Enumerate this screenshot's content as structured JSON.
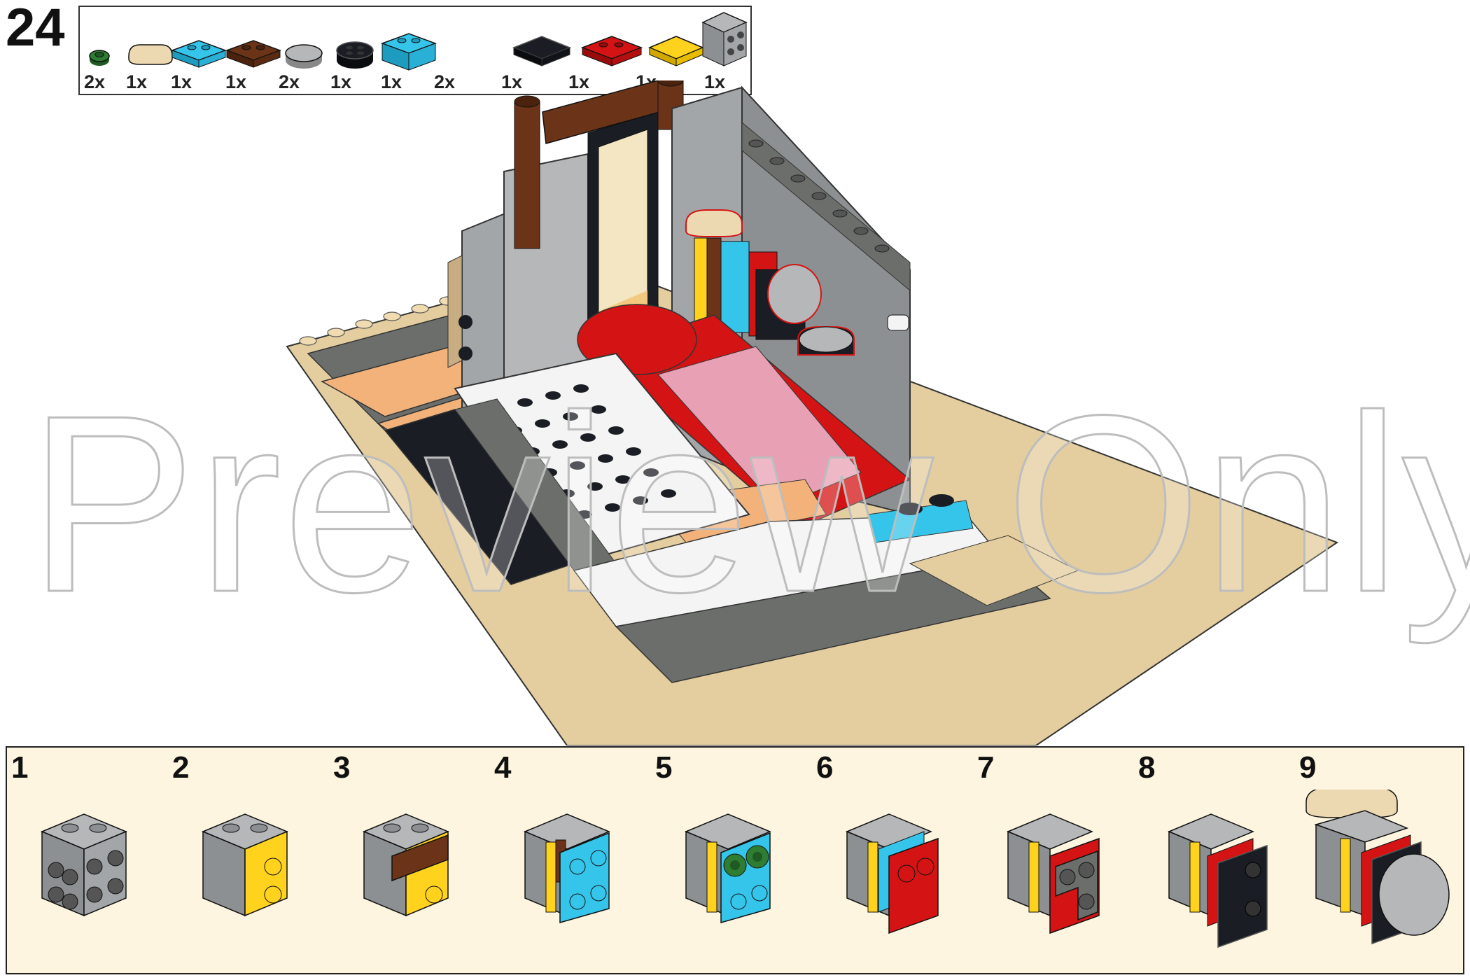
{
  "step": {
    "number": "24"
  },
  "parts": [
    {
      "qty": "2x",
      "icon": "green-round-plate-icon",
      "color": "#2e7d32"
    },
    {
      "qty": "1x",
      "icon": "tan-tile-icon",
      "color": "#ecd9b1"
    },
    {
      "qty": "1x",
      "icon": "azure-plate-icon",
      "color": "#36c5ea"
    },
    {
      "qty": "1x",
      "icon": "brown-plate-icon",
      "color": "#6b3418"
    },
    {
      "qty": "2x",
      "icon": "gray-round-tile-icon",
      "color": "#b5b7b8"
    },
    {
      "qty": "1x",
      "icon": "black-round-plate-icon",
      "color": "#1a1d24"
    },
    {
      "qty": "1x",
      "icon": "azure-brick-icon",
      "color": "#36c5ea"
    },
    {
      "qty": "2x",
      "icon": "black-plate-icon",
      "color": "#1a1d24"
    },
    {
      "qty": "1x",
      "icon": "red-plate-icon",
      "color": "#d41414"
    },
    {
      "qty": "1x",
      "icon": "yellow-plate-icon",
      "color": "#ffd21e"
    },
    {
      "qty": "1x",
      "icon": "dark-gray-corner-plate-icon",
      "color": "#6b6e6b"
    },
    {
      "qty": "1x",
      "icon": "gray-brick-icon",
      "color": "#a3a6a8"
    }
  ],
  "substeps": [
    {
      "label": "1",
      "icon": "gray-brick-stage-icon"
    },
    {
      "label": "2",
      "icon": "yellow-plate-stage-icon"
    },
    {
      "label": "3",
      "icon": "brown-plate-stage-icon"
    },
    {
      "label": "4",
      "icon": "azure-brick-stage-icon"
    },
    {
      "label": "5",
      "icon": "green-round-plate-stage-icon"
    },
    {
      "label": "6",
      "icon": "red-plate-stage-icon"
    },
    {
      "label": "7",
      "icon": "dark-gray-corner-stage-icon"
    },
    {
      "label": "8",
      "icon": "black-plate-stage-icon"
    },
    {
      "label": "9",
      "icon": "tan-tile-stage-icon"
    }
  ],
  "watermark": "Preview Only",
  "colors": {
    "panel_bg": "#fdf5df",
    "light_gray": "#a3a6a8",
    "dark_gray": "#6b6e6b",
    "tan": "#e4cd9e",
    "black": "#1a1d24",
    "white": "#f4f4f4",
    "red": "#d41414",
    "azure": "#36c5ea",
    "yellow": "#ffd21e",
    "brown": "#6b3418",
    "orange_tan": "#f2b27a"
  }
}
